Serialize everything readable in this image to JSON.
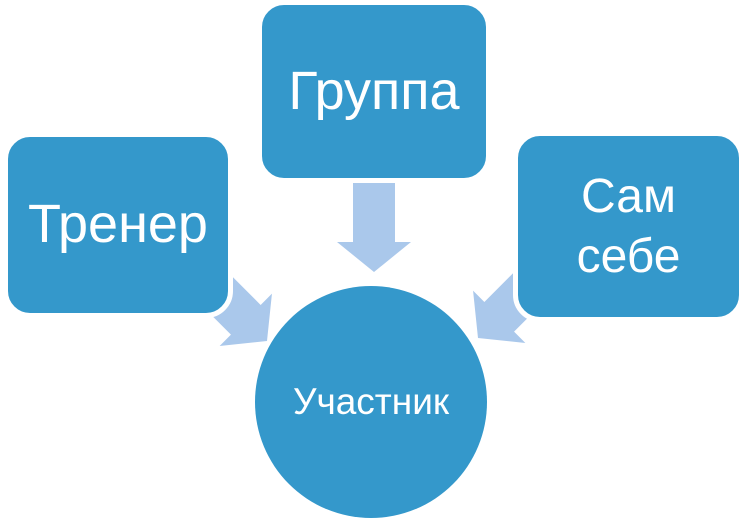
{
  "colors": {
    "shape": "#3498cb",
    "arrow": "#aac8eb",
    "label": "#ffffff",
    "background": "#ffffff"
  },
  "nodes": {
    "group": {
      "label": "Группа"
    },
    "trainer": {
      "label": "Тренер"
    },
    "self": {
      "label": "Сам себе"
    },
    "participant": {
      "label": "Участник"
    }
  },
  "arrows": [
    {
      "name": "group-to-participant",
      "direction": "down"
    },
    {
      "name": "trainer-to-participant",
      "direction": "down-right"
    },
    {
      "name": "self-to-participant",
      "direction": "down-left"
    }
  ]
}
